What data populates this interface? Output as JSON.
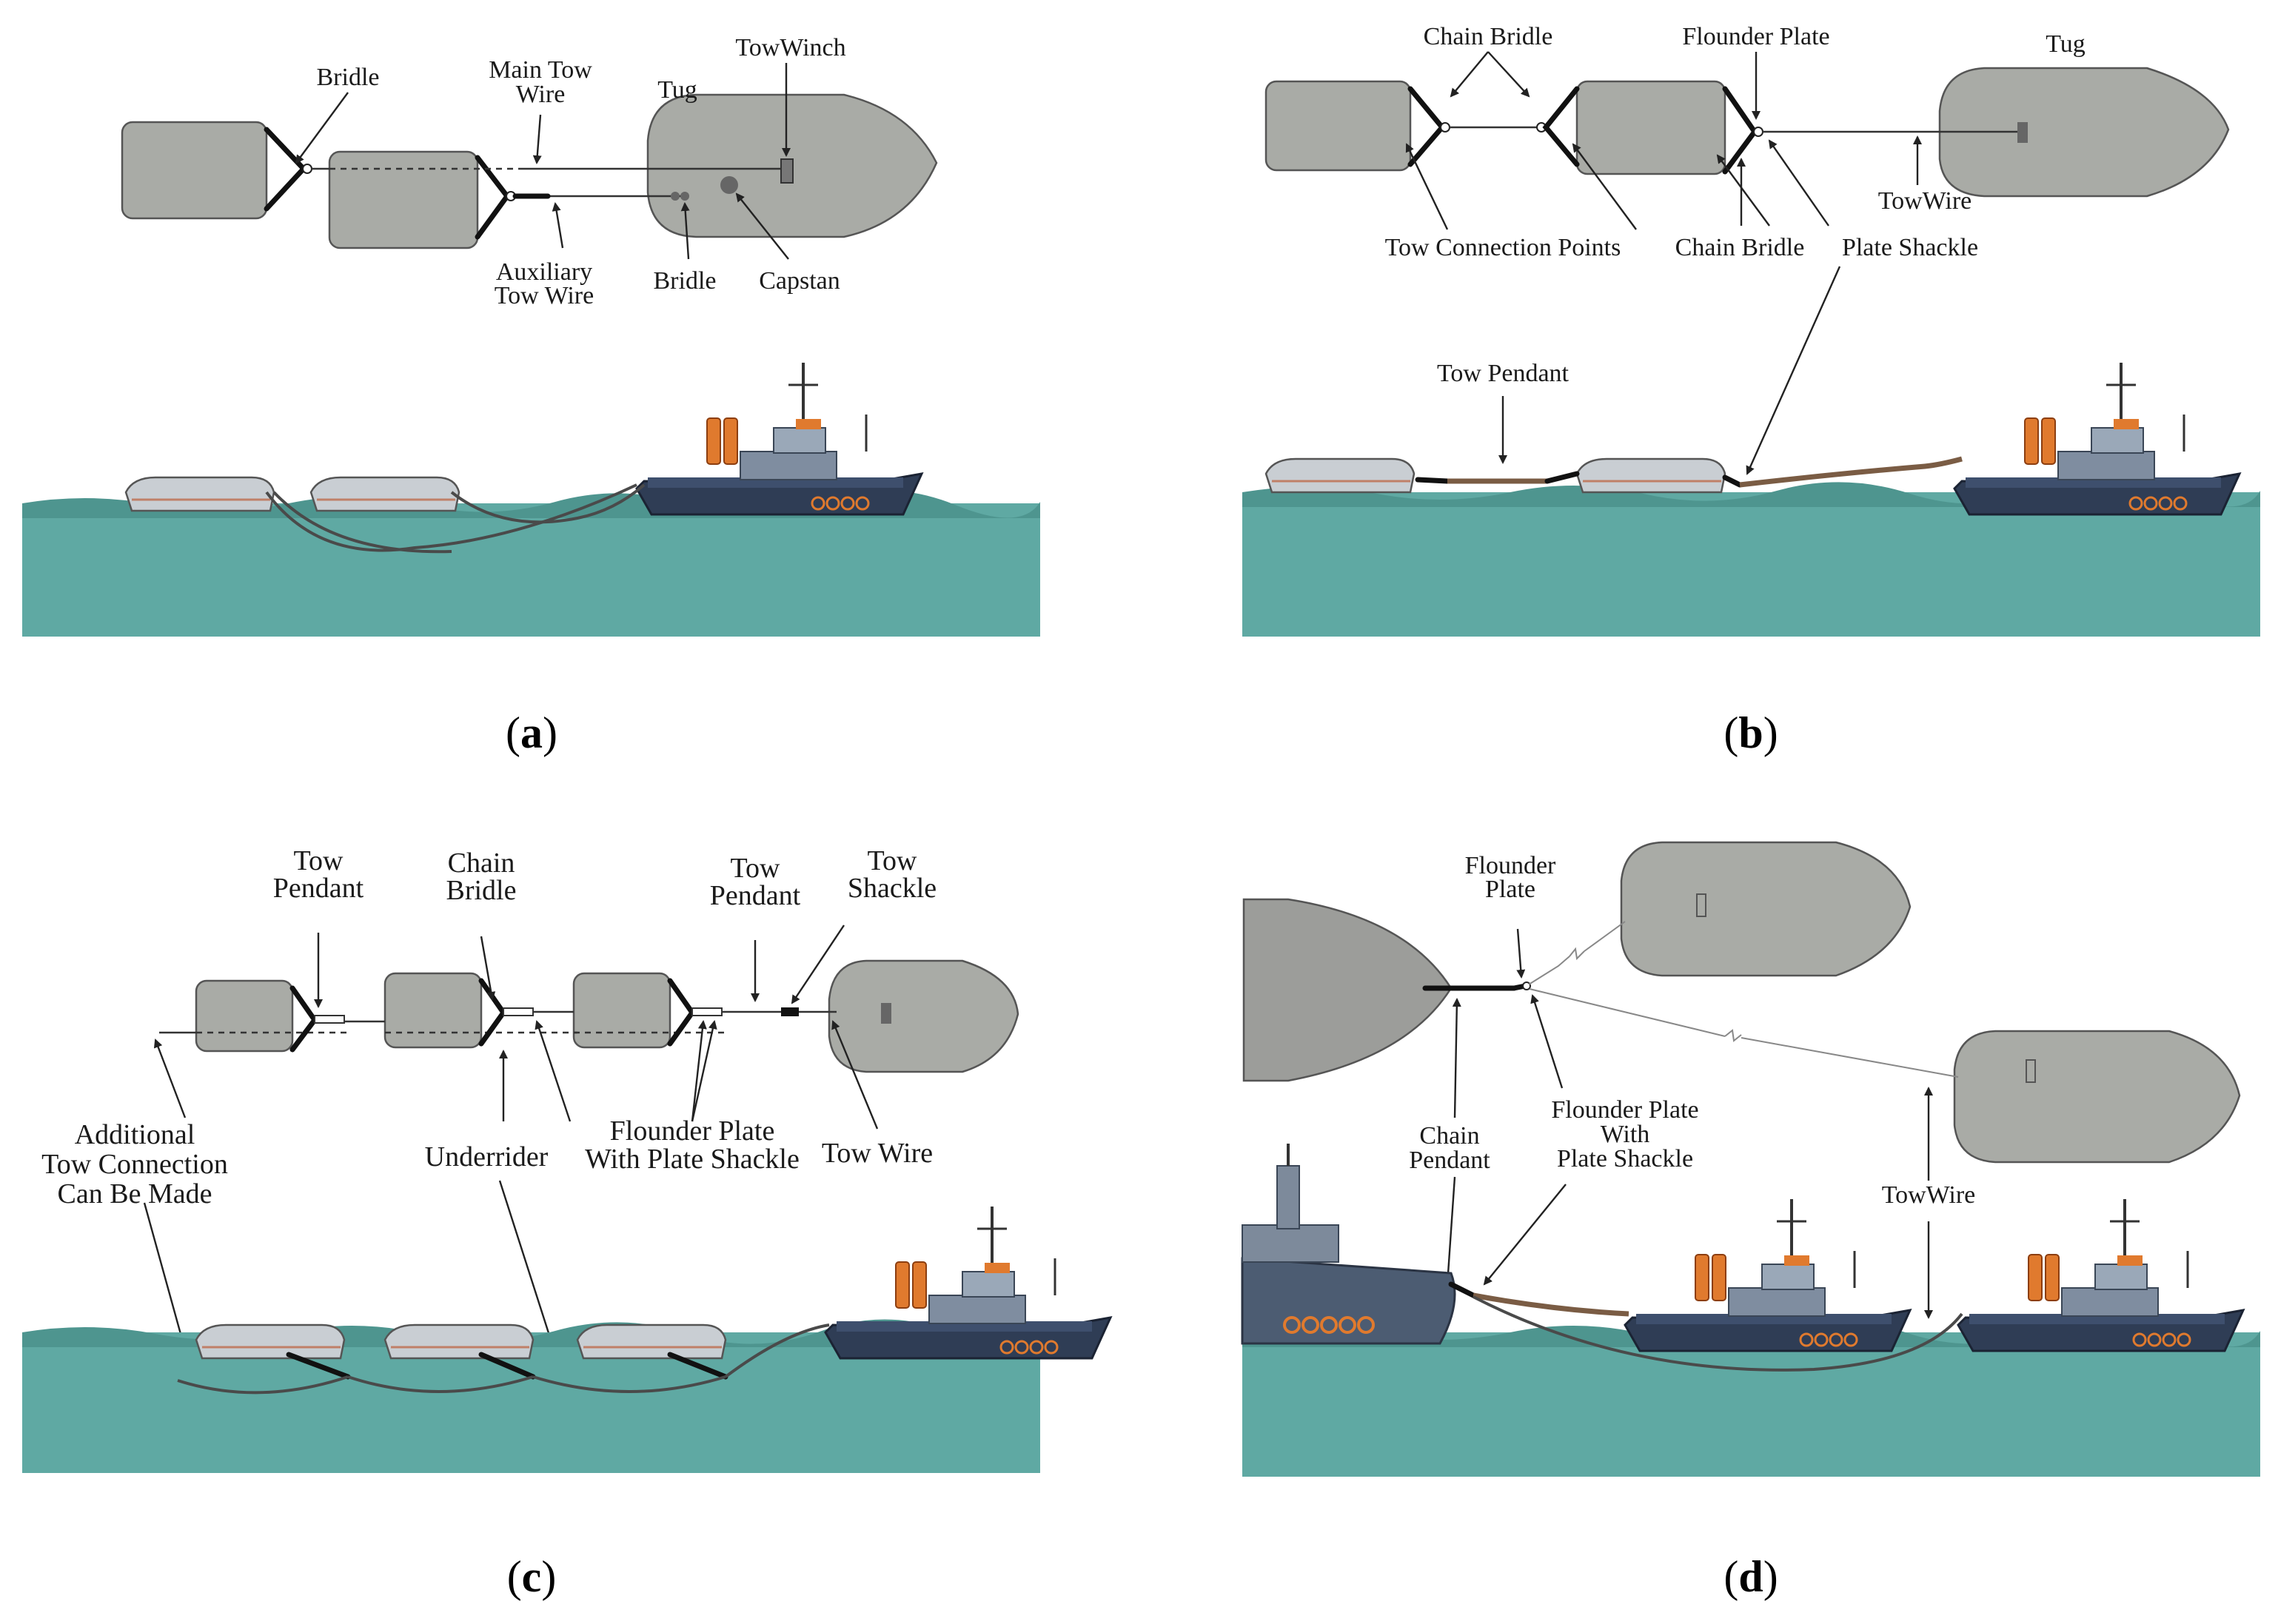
{
  "panels": {
    "a": {
      "caption_letter": "a",
      "labels": {
        "bridle_top": "Bridle",
        "main_tow_wire_1": "Main Tow",
        "main_tow_wire_2": "Wire",
        "tug": "Tug",
        "tow_winch": "TowWinch",
        "auxiliary_1": "Auxiliary",
        "auxiliary_2": "Tow Wire",
        "bridle_bottom": "Bridle",
        "capstan": "Capstan"
      }
    },
    "b": {
      "caption_letter": "b",
      "labels": {
        "chain_bridle_top": "Chain Bridle",
        "flounder_plate": "Flounder Plate",
        "tug": "Tug",
        "tow_wire": "TowWire",
        "tow_connection_points": "Tow Connection Points",
        "chain_bridle_bottom": "Chain Bridle",
        "plate_shackle": "Plate Shackle",
        "tow_pendant": "Tow Pendant"
      }
    },
    "c": {
      "caption_letter": "c",
      "labels": {
        "tow_pendant_1a": "Tow",
        "tow_pendant_1b": "Pendant",
        "chain_bridle_a": "Chain",
        "chain_bridle_b": "Bridle",
        "tow_pendant_2a": "Tow",
        "tow_pendant_2b": "Pendant",
        "tow_shackle_a": "Tow",
        "tow_shackle_b": "Shackle",
        "additional_1": "Additional",
        "additional_2": "Tow Connection",
        "additional_3": "Can Be Made",
        "underrider": "Underrider",
        "flounder_a": "Flounder Plate",
        "flounder_b": "With Plate Shackle",
        "tow_wire": "Tow Wire"
      }
    },
    "d": {
      "caption_letter": "d",
      "labels": {
        "flounder_plate_a": "Flounder",
        "flounder_plate_b": "Plate",
        "chain_pendant_a": "Chain",
        "chain_pendant_b": "Pendant",
        "flounder_with_a": "Flounder Plate",
        "flounder_with_b": "With",
        "flounder_with_c": "Plate Shackle",
        "tow_wire": "TowWire"
      }
    }
  },
  "colors": {
    "sea": "#5fa9a3",
    "barge": "#a9aba6",
    "tug_hull": "#2f3d55",
    "funnel": "#e07a2e"
  }
}
